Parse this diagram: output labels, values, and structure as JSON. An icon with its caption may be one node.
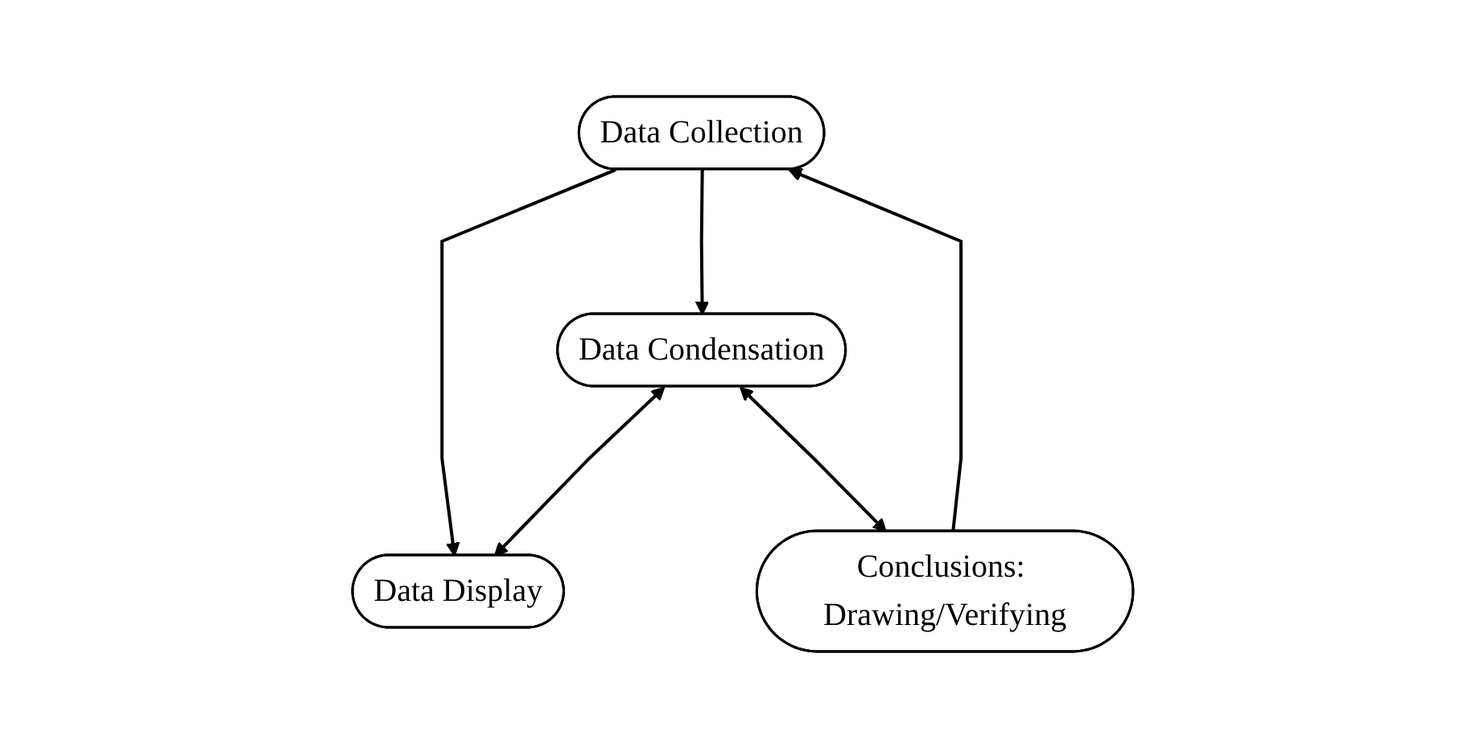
{
  "diagram": {
    "nodes": [
      {
        "text": [
          "Data Collection"
        ]
      },
      {
        "text": [
          "Data Display"
        ]
      },
      {
        "text": [
          "Data Condensation"
        ]
      },
      {
        "text": [
          "Conclusions: Drawing/Verifying"
        ]
      }
    ],
    "edges": [
      {
        "from": 0,
        "to": 1,
        "arrow": "to"
      },
      {
        "from": 0,
        "to": 2,
        "arrow": "to"
      },
      {
        "from": 3,
        "to": 0,
        "arrow": "to"
      },
      {
        "from": 2,
        "to": 1,
        "arrow": "both"
      },
      {
        "from": 2,
        "to": 3,
        "arrow": "both"
      }
    ]
  }
}
